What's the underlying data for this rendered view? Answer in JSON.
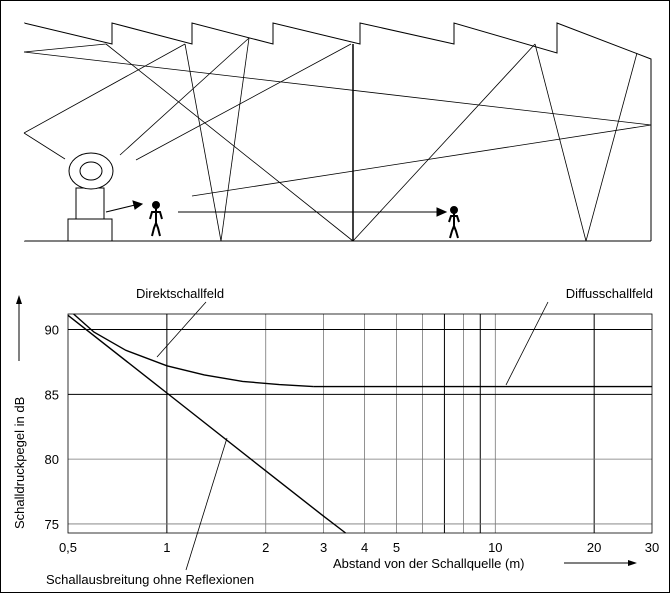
{
  "diagram": {
    "elements": [
      "sound-source",
      "listener-near",
      "listener-far",
      "reflection-rays",
      "sawtooth-roof"
    ]
  },
  "chart_data": {
    "type": "line",
    "xscale": "log",
    "xlabel": "Abstand von der Schallquelle (m)",
    "ylabel": "Schalldruckpegel in dB",
    "xlim": [
      0.5,
      30
    ],
    "ylim": [
      74.3,
      91.2
    ],
    "xticks": [
      0.5,
      1,
      2,
      3,
      4,
      5,
      10,
      20,
      30
    ],
    "xtick_labels": [
      "0,5",
      "1",
      "2",
      "3",
      "4",
      "5",
      "10",
      "20",
      "30"
    ],
    "x_gridlines": [
      1,
      2,
      3,
      4,
      5,
      6,
      7,
      8,
      9,
      10,
      20
    ],
    "yticks": [
      75,
      80,
      85,
      90
    ],
    "ytick_labels": [
      "75",
      "80",
      "85",
      "90"
    ],
    "grid": true,
    "series": [
      {
        "name": "Schallausbreitung ohne Reflexionen",
        "x": [
          0.5,
          1,
          2,
          3,
          3.5
        ],
        "y": [
          91.1,
          85.1,
          79.1,
          75.6,
          74.3
        ]
      },
      {
        "name": "Direktschallfeld",
        "x": [
          0.52,
          0.6,
          0.75,
          1,
          1.3,
          1.7,
          2.2,
          2.8
        ],
        "y": [
          91.2,
          89.8,
          88.4,
          87.2,
          86.5,
          86.0,
          85.75,
          85.6
        ]
      },
      {
        "name": "Diffusschallfeld",
        "x": [
          2.8,
          30
        ],
        "y": [
          85.6,
          85.6
        ]
      }
    ],
    "annotations": [
      "Direktschallfeld",
      "Diffusschallfeld",
      "Schallausbreitung ohne Reflexionen"
    ]
  }
}
